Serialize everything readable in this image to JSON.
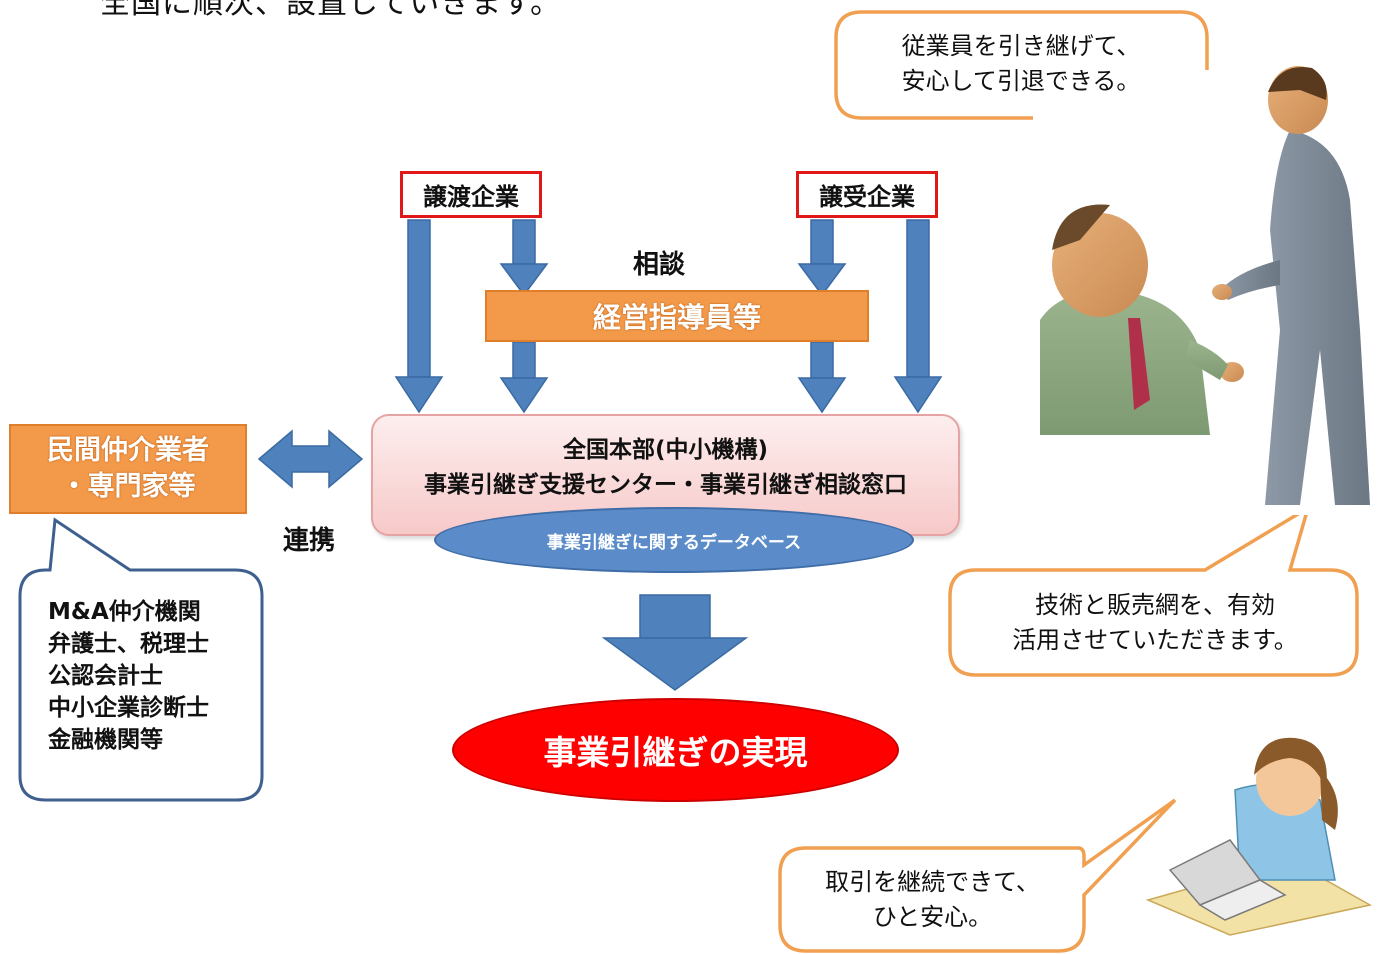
{
  "top_caption": "全国に順次、設置していきます。",
  "companies": {
    "transferor": "譲渡企業",
    "transferee": "譲受企業"
  },
  "consult_label": "相談",
  "advisor_label": "経営指導員等",
  "center": {
    "line1": "全国本部(中小機構)",
    "line2": "事業引継ぎ支援センター・事業引継ぎ相談窓口"
  },
  "database_label": "事業引継ぎに関するデータベース",
  "result_label": "事業引継ぎの実現",
  "partners": {
    "line1": "民間仲介業者",
    "line2": "・専門家等"
  },
  "cooperation_label": "連携",
  "experts_list": [
    "M&A仲介機関",
    "弁護士、税理士",
    "公認会計士",
    "中小企業診断士",
    "金融機関等"
  ],
  "bubbles": {
    "employees": [
      "従業員を引き継げて、",
      "安心して引退できる。"
    ],
    "technology": [
      "技術と販売網を、有効",
      "活用させていただきます。"
    ],
    "trade": [
      "取引を継続できて、",
      "ひと安心。"
    ]
  },
  "colors": {
    "arrow_blue": "#4f81bd",
    "orange": "#f39a4a",
    "red": "#ff0000",
    "bubble_border": "#f0a050",
    "expert_border": "#3f5f8f"
  }
}
